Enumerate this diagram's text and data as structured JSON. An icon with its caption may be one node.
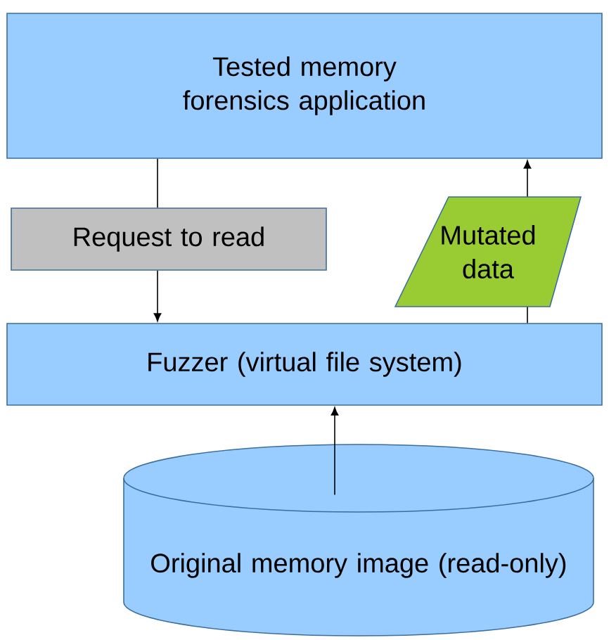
{
  "diagram": {
    "nodes": [
      {
        "text": [
          "Tested memory forensics application"
        ]
      },
      {
        "text": [
          "Request to read"
        ]
      },
      {
        "text": [
          "Mutated data"
        ]
      },
      {
        "text": [
          "Fuzzer (virtual file system)"
        ]
      },
      {
        "text": [
          "Original memory image (read-only)"
        ]
      }
    ],
    "edges": [
      {
        "from": 0,
        "to": 1,
        "arrow": "none"
      },
      {
        "from": 1,
        "to": 3,
        "arrow": "to"
      },
      {
        "from": 3,
        "to": 2,
        "arrow": "none"
      },
      {
        "from": 2,
        "to": 0,
        "arrow": "to"
      },
      {
        "from": 4,
        "to": 3,
        "arrow": "to"
      }
    ]
  }
}
